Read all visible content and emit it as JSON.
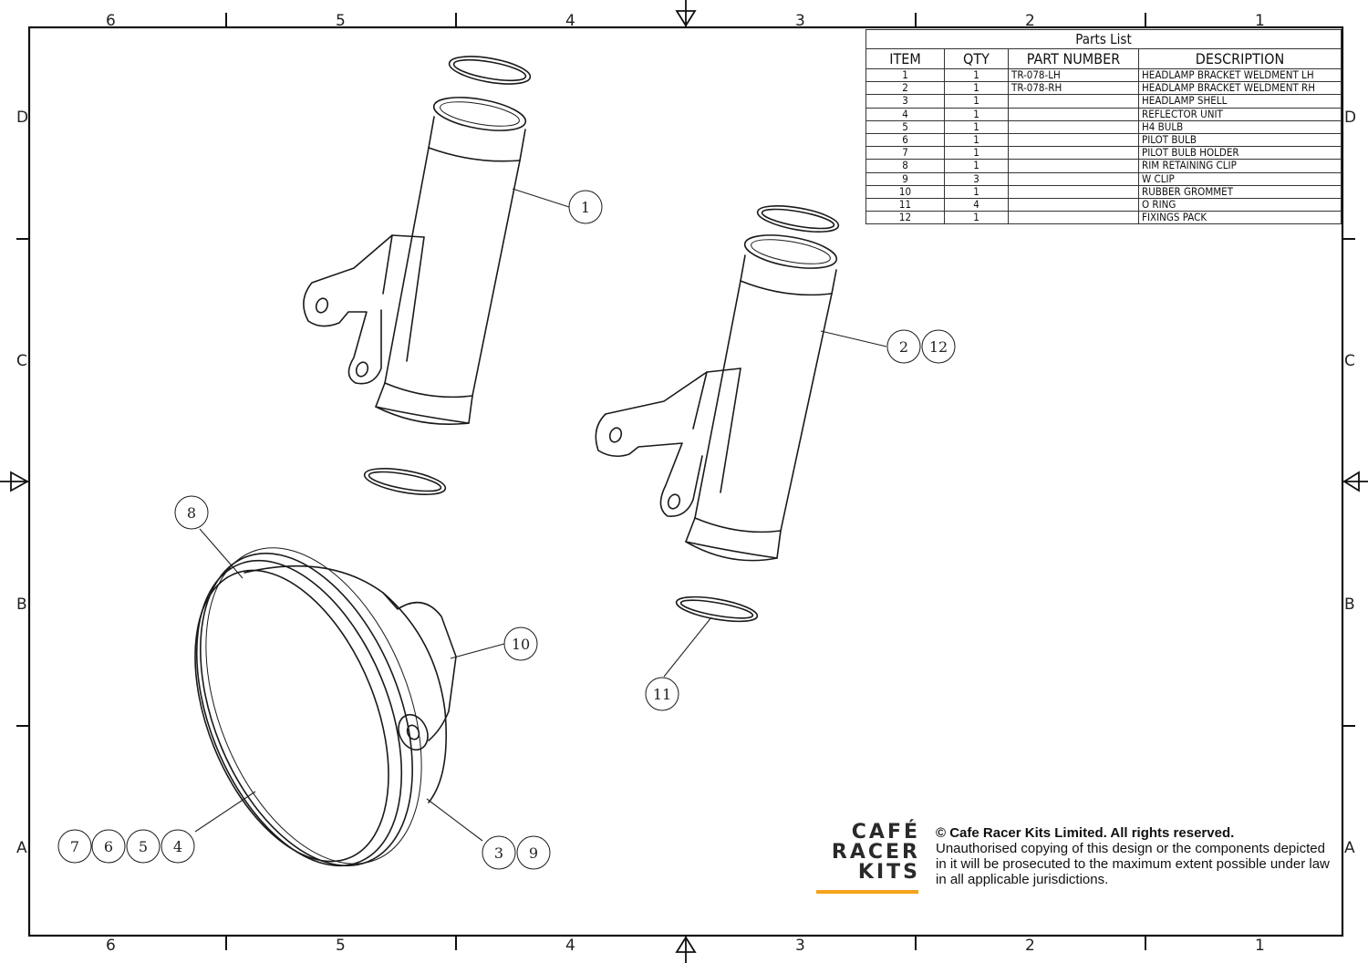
{
  "frame": {
    "col_labels": [
      "6",
      "5",
      "4",
      "3",
      "2",
      "1"
    ],
    "row_labels": [
      "D",
      "C",
      "B",
      "A"
    ]
  },
  "parts_list": {
    "title": "Parts List",
    "headers": [
      "ITEM",
      "QTY",
      "PART NUMBER",
      "DESCRIPTION"
    ],
    "rows": [
      [
        "1",
        "1",
        "TR-078-LH",
        "HEADLAMP BRACKET WELDMENT LH"
      ],
      [
        "2",
        "1",
        "TR-078-RH",
        "HEADLAMP BRACKET WELDMENT RH"
      ],
      [
        "3",
        "1",
        "",
        "HEADLAMP SHELL"
      ],
      [
        "4",
        "1",
        "",
        "REFLECTOR UNIT"
      ],
      [
        "5",
        "1",
        "",
        "H4 BULB"
      ],
      [
        "6",
        "1",
        "",
        "PILOT BULB"
      ],
      [
        "7",
        "1",
        "",
        "PILOT BULB HOLDER"
      ],
      [
        "8",
        "1",
        "",
        "RIM RETAINING CLIP"
      ],
      [
        "9",
        "3",
        "",
        "W CLIP"
      ],
      [
        "10",
        "1",
        "",
        "RUBBER GROMMET"
      ],
      [
        "11",
        "4",
        "",
        "O RING"
      ],
      [
        "12",
        "1",
        "",
        "FIXINGS PACK"
      ]
    ]
  },
  "balloons": {
    "b1": "1",
    "b2": "2",
    "b12": "12",
    "b8": "8",
    "b10": "10",
    "b11": "11",
    "b7": "7",
    "b6": "6",
    "b5": "5",
    "b4": "4",
    "b3": "3",
    "b9": "9"
  },
  "logo": {
    "line1": "CAFÉ",
    "line2": "RACER",
    "line3": "KITS",
    "accent_color": "#f5a31a"
  },
  "copyright": {
    "line1": "© Cafe Racer Kits Limited. All rights reserved.",
    "line2": "Unauthorised copying of this design or the components depicted in it will be prosecuted to the maximum extent possible under law in all applicable jurisdictions."
  }
}
